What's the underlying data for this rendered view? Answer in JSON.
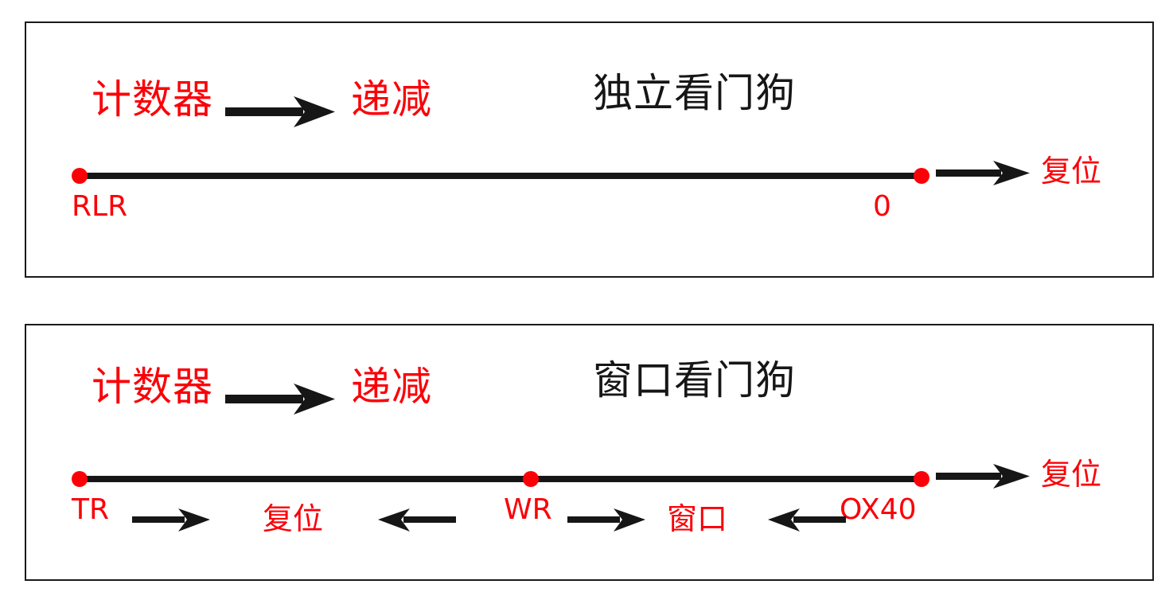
{
  "diagram": {
    "title_semantic": "stm32-watchdog-countdown-timelines",
    "colors": {
      "red": "#fb0007",
      "black": "#161616",
      "panel_border": "#1a1a1a",
      "background": "#ffffff"
    }
  },
  "panels": [
    {
      "id": "independent-watchdog",
      "heading": "独立看门狗",
      "counter_label": "计数器",
      "direction_label": "递减",
      "arrow_icon": "arrow-right-icon",
      "timeline": {
        "start_label": "RLR",
        "end_label": "0",
        "points": [
          {
            "name": "RLR",
            "label": "RLR"
          },
          {
            "name": "zero",
            "label": "0"
          }
        ]
      },
      "outcome": {
        "arrow_icon": "arrow-right-icon",
        "label": "复位"
      },
      "segments": []
    },
    {
      "id": "window-watchdog",
      "heading": "窗口看门狗",
      "counter_label": "计数器",
      "direction_label": "递减",
      "arrow_icon": "arrow-right-icon",
      "timeline": {
        "start_label": "TR",
        "middle_label": "WR",
        "end_label": "OX40",
        "points": [
          {
            "name": "TR",
            "label": "TR"
          },
          {
            "name": "WR",
            "label": "WR"
          },
          {
            "name": "OX40",
            "label": "OX40"
          }
        ]
      },
      "outcome": {
        "arrow_icon": "arrow-right-icon",
        "label": "复位"
      },
      "segments": [
        {
          "name": "reset-zone",
          "label": "复位",
          "left_arrow_icon": "arrow-right-icon",
          "right_arrow_icon": "arrow-left-icon"
        },
        {
          "name": "window-zone",
          "label": "窗口",
          "left_arrow_icon": "arrow-right-icon",
          "right_arrow_icon": "arrow-left-icon"
        }
      ]
    }
  ]
}
